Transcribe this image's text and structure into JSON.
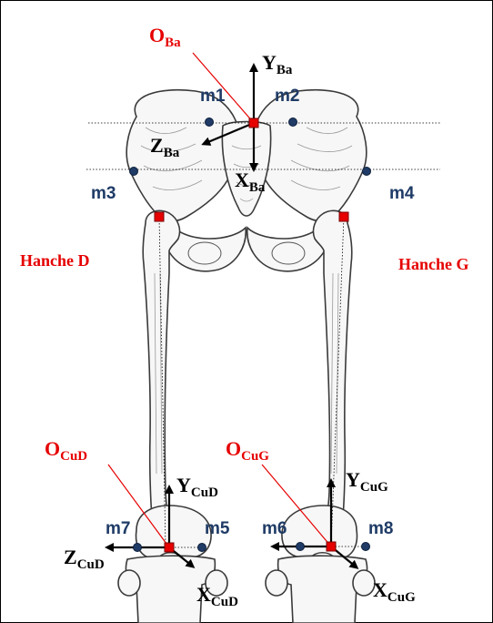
{
  "pelvis": {
    "origin": {
      "main": "O",
      "sub": "Ba"
    },
    "y_axis": {
      "main": "Y",
      "sub": "Ba"
    },
    "x_axis": {
      "main": "X",
      "sub": "Ba"
    },
    "z_axis": {
      "main": "Z",
      "sub": "Ba"
    }
  },
  "knee_right": {
    "origin": {
      "main": "O",
      "sub": "CuD"
    },
    "y_axis": {
      "main": "Y",
      "sub": "CuD"
    },
    "x_axis": {
      "main": "X",
      "sub": "CuD"
    },
    "z_axis": {
      "main": "Z",
      "sub": "CuD"
    }
  },
  "knee_left": {
    "origin": {
      "main": "O",
      "sub": "CuG"
    },
    "y_axis": {
      "main": "Y",
      "sub": "CuG"
    },
    "x_axis": {
      "main": "X",
      "sub": "CuG"
    }
  },
  "markers": [
    "m1",
    "m2",
    "m3",
    "m4",
    "m5",
    "m6",
    "m7",
    "m8"
  ],
  "joints": {
    "hip_right": "Hanche D",
    "hip_left": "Hanche G"
  },
  "colors": {
    "origin": "#e60000",
    "marker": "#1f3b66",
    "axis": "#000000"
  }
}
